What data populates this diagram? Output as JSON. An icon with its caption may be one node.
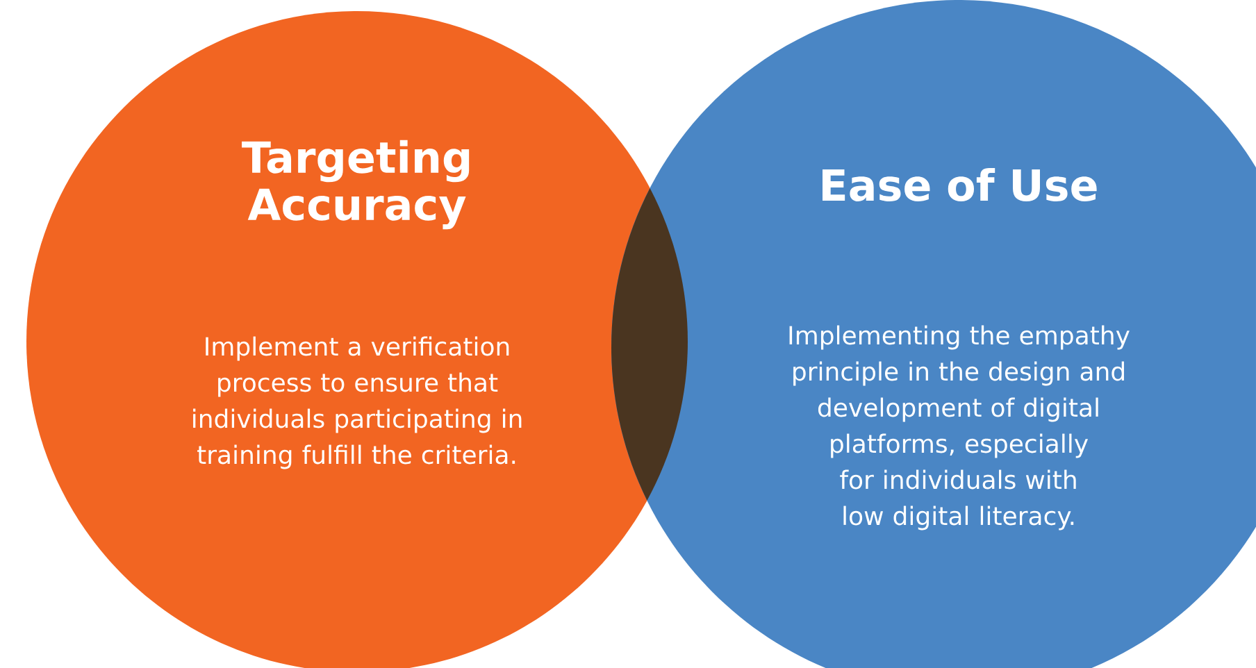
{
  "diagram": {
    "nodes": [
      {
        "text": [
          "Targeting Accuracy",
          "Implement a verification process to ensure that individuals participating in training fulfill the criteria."
        ]
      },
      {
        "text": [
          "Ease of Use",
          "Implementing the empathy principle in the design and development of digital platforms, especially for individuals with low digital literacy."
        ]
      },
      {
        "text": [],
        "shape": "lens"
      }
    ]
  }
}
